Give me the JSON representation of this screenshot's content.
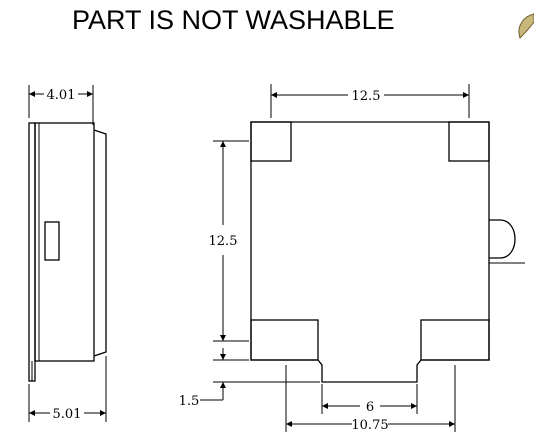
{
  "title": "PART IS NOT WASHABLE",
  "dimensions": {
    "side_depth_top": "4.01",
    "side_depth_bottom": "5.01",
    "top_width": "12.5",
    "left_height": "12.5",
    "offset": "1.5",
    "notch_width": "6",
    "bottom_width": "10.75"
  }
}
